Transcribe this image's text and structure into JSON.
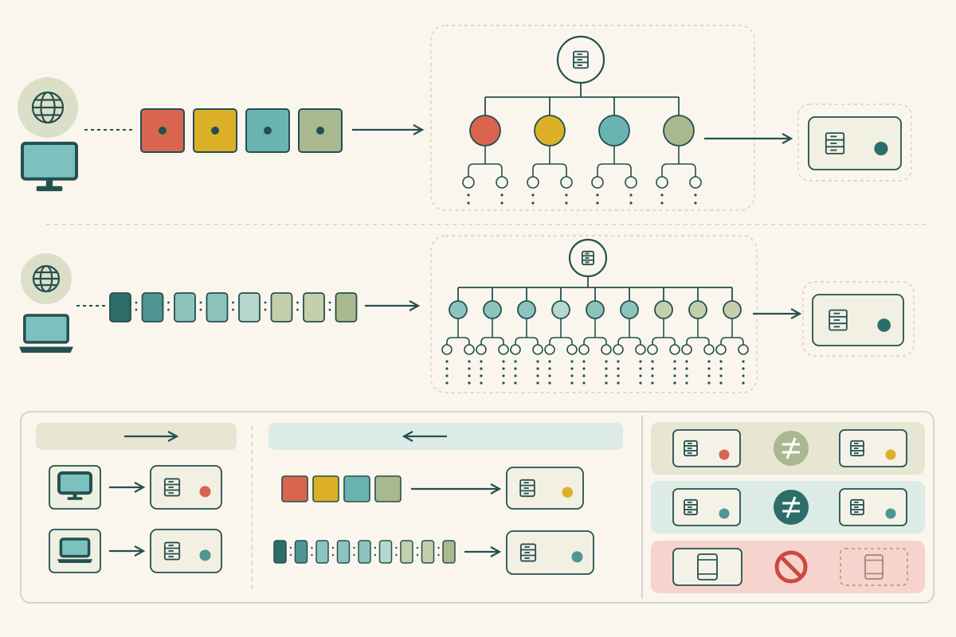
{
  "palette": {
    "background": "#faf6ee",
    "ink": "#24504f",
    "red": "#d9654f",
    "yellow": "#dcb127",
    "teal": "#6bb3b1",
    "sage": "#a9b88e",
    "dark_teal": "#2d6d69",
    "mid_teal": "#4f9592",
    "light_teal": "#8cc3bd",
    "pale_teal": "#b5d7cd",
    "light_sage": "#c6cfab",
    "panel_sage": "#e6e6d2",
    "panel_teal": "#dcebe6",
    "panel_red": "#f6d4cd",
    "dashed": "#cfd4bf",
    "icon_tint": "#7cc0c0"
  },
  "icons": {
    "globe": "globe-icon",
    "desktop": "desktop-monitor-icon",
    "laptop": "laptop-icon",
    "server": "server-icon",
    "not_equal": "not-equal-icon",
    "forbidden": "prohibited-icon",
    "arrow_right": "arrow-right-icon",
    "arrow_left": "arrow-left-icon"
  },
  "flows": [
    {
      "id": "desktop-flow",
      "client": "desktop",
      "packets": [
        "red",
        "yellow",
        "teal",
        "sage"
      ],
      "branch_colors": [
        "red",
        "yellow",
        "teal",
        "sage"
      ]
    },
    {
      "id": "laptop-flow",
      "client": "laptop",
      "packets": [
        "dark_teal",
        "mid_teal",
        "light_teal",
        "light_teal",
        "pale_teal",
        "light_sage",
        "light_sage",
        "sage"
      ],
      "branch_colors": [
        "light_teal",
        "light_teal",
        "light_teal",
        "pale_teal",
        "light_teal",
        "light_teal",
        "light_sage",
        "light_sage",
        "light_sage"
      ]
    }
  ],
  "legend": {
    "direction_panels": [
      {
        "direction": "right",
        "rows": [
          {
            "client": "desktop",
            "status": "red"
          },
          {
            "client": "laptop",
            "status": "mid_teal"
          }
        ]
      },
      {
        "direction": "left",
        "rows": [
          {
            "packets": [
              "red",
              "yellow",
              "teal",
              "sage"
            ],
            "status": "yellow"
          },
          {
            "packets": [
              "dark_teal",
              "mid_teal",
              "light_teal",
              "light_teal",
              "light_teal",
              "pale_teal",
              "light_sage",
              "light_sage",
              "sage"
            ],
            "status": "mid_teal"
          }
        ]
      }
    ],
    "comparisons": [
      {
        "relation": "not-equal",
        "band": "panel_sage",
        "badge": "sage",
        "left_dot": "red",
        "right_dot": "yellow"
      },
      {
        "relation": "not-equal",
        "band": "panel_teal",
        "badge": "dark_teal",
        "left_dot": "mid_teal",
        "right_dot": "mid_teal"
      },
      {
        "relation": "forbidden",
        "band": "panel_red",
        "badge": "red"
      }
    ]
  }
}
